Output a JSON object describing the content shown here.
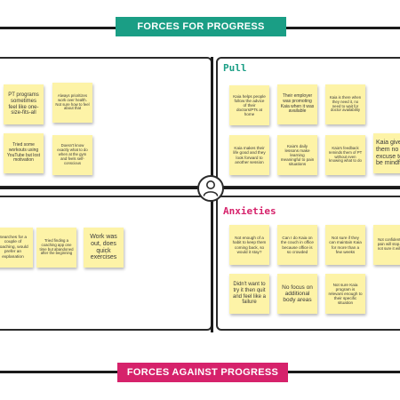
{
  "header": {
    "label": "FORCES FOR PROGRESS",
    "color": "#1a9e85"
  },
  "footer": {
    "label": "FORCES AGAINST PROGRESS",
    "color": "#d6226b"
  },
  "quadrants": {
    "pull": {
      "title": "Pull",
      "title_color": "#1a9e85"
    },
    "anxieties": {
      "title": "Anxieties",
      "title_color": "#d6226b"
    }
  },
  "persona": {
    "icon": "person-icon"
  },
  "notes": {
    "push": [
      "PT programs sometimes feel like one-size-fits-all",
      "Always prioritizes work over health. Not sure how to feel about that",
      "Tried some workouts using YouTube but lost motivation",
      "Doesn't know exactly what to do when at the gym and feels self-conscious"
    ],
    "pull": [
      "Kaia helps people follow the advice of their doctors/PTs at home",
      "Their employer was promoting Kaia when it was available",
      "Kaia is there when they need it, no need to wait for doctor availability",
      "Kaia makes their life good and they look forward to another session",
      "Kaia's daily lessons make learning meaningful to pain situations",
      "Kaia's feedback reminds them of PT without even knowing what to do",
      "Kaia gives them no excuse to be mindful"
    ],
    "habits": [
      "Searches for a couple of coaching, would prefer an explanation",
      "Tried finding a coaching app one time but abandoned after the beginning",
      "Work was out, does quick exercises"
    ],
    "anxieties": [
      "Not enough of a habit to keep them coming back, so would it stay?",
      "Can I do Kaia on the couch in office because office is so crowded",
      "Not sure if they can maintain Kaia for more than a few weeks",
      "Not confident their pain will stop. Kaia not sure it will help",
      "Didn't want to try it then quit and feel like a failure",
      "No focus on additional body areas",
      "Not sure Kaia program is relevant enough to their specific situation"
    ]
  }
}
